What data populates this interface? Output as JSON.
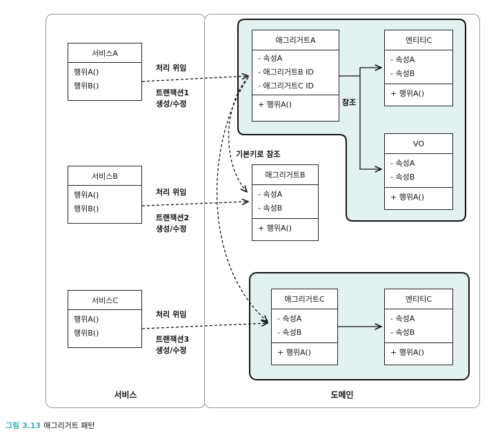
{
  "panels": {
    "service_title": "서비스",
    "domain_title": "도메인"
  },
  "services": [
    {
      "name": "서비스A",
      "methods": [
        "행위A()",
        "행위B()"
      ],
      "delegate": "처리 위임",
      "tx_line1": "트랜잭션1",
      "tx_line2": "생성/수정"
    },
    {
      "name": "서비스B",
      "methods": [
        "행위A()",
        "행위B()"
      ],
      "delegate": "처리 위임",
      "tx_line1": "트랜잭션2",
      "tx_line2": "생성/수정"
    },
    {
      "name": "서비스C",
      "methods": [
        "행위A()",
        "행위B()"
      ],
      "delegate": "처리 위임",
      "tx_line1": "트랜잭션3",
      "tx_line2": "생성/수정"
    }
  ],
  "aggregate_a": {
    "root": {
      "name": "애그리거트A",
      "attrs": [
        "- 속성A",
        "- 애그리거트B ID",
        "- 애그리거트C ID"
      ],
      "ops": [
        "+ 행위A()"
      ]
    },
    "entity": {
      "name": "엔티티C",
      "attrs": [
        "- 속성A",
        "- 속성B"
      ],
      "ops": [
        "+ 행위A()"
      ]
    },
    "vo": {
      "name": "VO",
      "attrs": [
        "- 속성A",
        "- 속성B"
      ],
      "ops": [
        "+ 행위A()"
      ]
    },
    "ref_label": "참조"
  },
  "aggregate_b": {
    "name": "애그리거트B",
    "attrs": [
      "- 속성A",
      "- 속성B"
    ],
    "ops": [
      "+ 행위A()"
    ]
  },
  "aggregate_c": {
    "root": {
      "name": "애그리거트C",
      "attrs": [
        "- 속성A",
        "- 속성B"
      ],
      "ops": [
        "+ 행위A()"
      ]
    },
    "entity": {
      "name": "엔티티C",
      "attrs": [
        "- 속성A",
        "- 속성B"
      ],
      "ops": [
        "+ 행위A()"
      ]
    }
  },
  "pk_ref_label": "기본키로 참조",
  "caption": {
    "number": "그림 3.13",
    "text": "애그리거트 패턴"
  }
}
